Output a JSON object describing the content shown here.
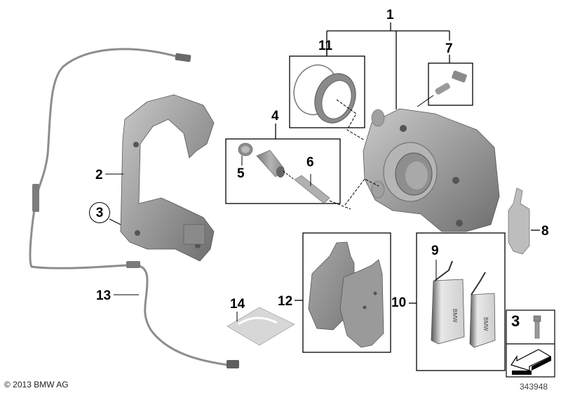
{
  "diagram": {
    "title": "Brake caliper rear exploded view",
    "copyright": "© 2013 BMW AG",
    "illustration_number": "343948",
    "colors": {
      "part_fill": "#9a9a9a",
      "part_dark": "#6e6e6e",
      "part_light": "#c6c6c6",
      "line": "#000000",
      "background": "#ffffff"
    },
    "callouts": [
      {
        "id": "1",
        "label": "1",
        "part": "brake-caliper-housing"
      },
      {
        "id": "2",
        "label": "2",
        "part": "caliper-carrier"
      },
      {
        "id": "3",
        "label": "3",
        "part": "hex-bolt",
        "circled": true
      },
      {
        "id": "4",
        "label": "4",
        "part": "guide-bolt-kit"
      },
      {
        "id": "5",
        "label": "5",
        "part": "protective-cap"
      },
      {
        "id": "6",
        "label": "6",
        "part": "guide-bolt"
      },
      {
        "id": "7",
        "label": "7",
        "part": "bleeder-valve-kit"
      },
      {
        "id": "8",
        "label": "8",
        "part": "anti-rattle-spring"
      },
      {
        "id": "9",
        "label": "9",
        "part": "spring-clip"
      },
      {
        "id": "10",
        "label": "10",
        "part": "spring-clip-set"
      },
      {
        "id": "11",
        "label": "11",
        "part": "seal-kit"
      },
      {
        "id": "12",
        "label": "12",
        "part": "brake-pad-set"
      },
      {
        "id": "13",
        "label": "13",
        "part": "brake-pad-wear-sensor"
      },
      {
        "id": "14",
        "label": "14",
        "part": "lubricant-sachet"
      }
    ],
    "legend_box": {
      "callout": "3",
      "part": "hex-bolt",
      "note_icon": "reuse-arrow-icon"
    },
    "pad_spring_marking": "BMW"
  }
}
